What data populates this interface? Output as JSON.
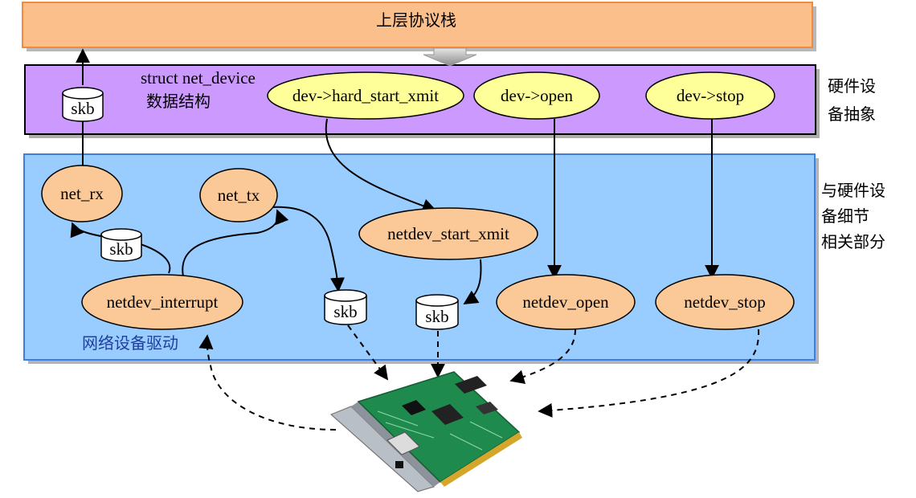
{
  "top_layer": {
    "label": "上层协议栈"
  },
  "device_layer": {
    "struct_label": "struct net_device",
    "struct_label_cn": "数据结构",
    "side_label_line1": "硬件设",
    "side_label_line2": "备抽象",
    "ops": [
      {
        "label": "dev->hard_start_xmit"
      },
      {
        "label": "dev->open"
      },
      {
        "label": "dev->stop"
      }
    ]
  },
  "driver_layer": {
    "title": "网络设备驱动",
    "side_label_line1": "与硬件设",
    "side_label_line2": "备细节",
    "side_label_line3": "相关部分",
    "functions": {
      "net_rx": "net_rx",
      "net_tx": "net_tx",
      "netdev_start_xmit": "netdev_start_xmit",
      "netdev_interrupt": "netdev_interrupt",
      "netdev_open": "netdev_open",
      "netdev_stop": "netdev_stop"
    }
  },
  "buffers": {
    "skb_label": "skb"
  },
  "colors": {
    "top_fill": "#fbbf8c",
    "top_stroke": "#f28a3a",
    "device_fill": "#cc99ff",
    "driver_fill": "#99ccff",
    "driver_stroke": "#3d7fe0",
    "op_fill": "#ffff99",
    "func_fill": "#fbc897",
    "nic_board": "#1f8a4d",
    "nic_bracket": "#b9bfc7"
  }
}
